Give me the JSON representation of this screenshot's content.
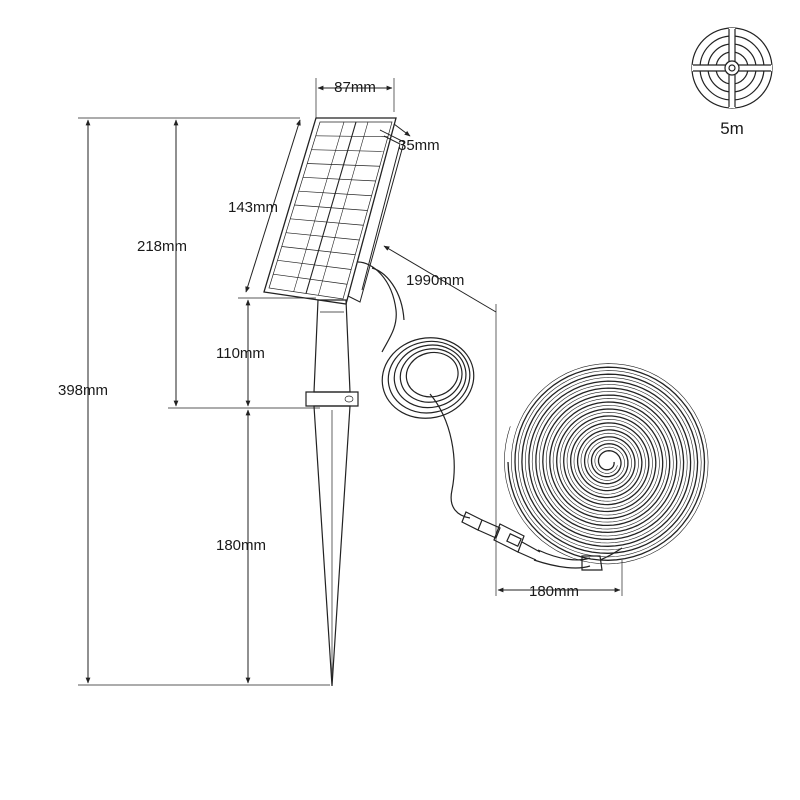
{
  "dimensions": {
    "panel_width": "87mm",
    "panel_depth": "35mm",
    "panel_height": "143mm",
    "cable_length": "1990mm",
    "panel_to_ring": "218mm",
    "total_height": "398mm",
    "post_height": "110mm",
    "spike_length": "180mm",
    "connector_length": "180mm"
  },
  "badge": {
    "length_label": "5m",
    "icon": "coil-icon"
  },
  "colors": {
    "line": "#222222",
    "background": "#ffffff"
  }
}
